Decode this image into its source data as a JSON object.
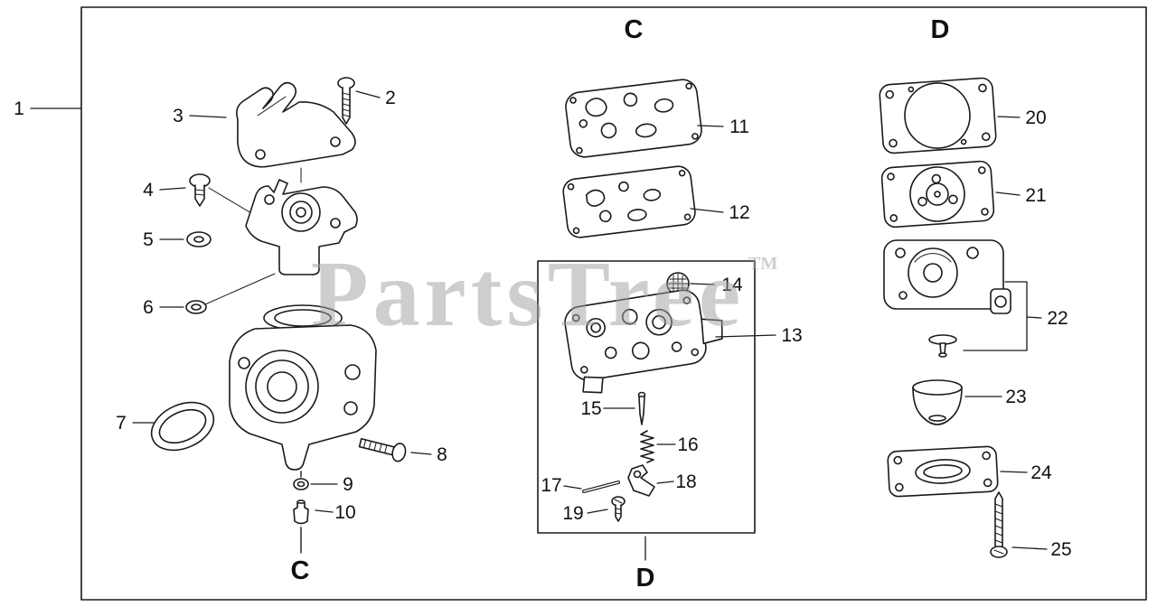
{
  "watermark": {
    "text": "PartsTree",
    "tm": "TM"
  },
  "sections": {
    "c_top": "C",
    "d_top": "D",
    "c_bottom": "C",
    "d_bottom": "D"
  },
  "callouts": {
    "1": "1",
    "2": "2",
    "3": "3",
    "4": "4",
    "5": "5",
    "6": "6",
    "7": "7",
    "8": "8",
    "9": "9",
    "10": "10",
    "11": "11",
    "12": "12",
    "13": "13",
    "14": "14",
    "15": "15",
    "16": "16",
    "17": "17",
    "18": "18",
    "19": "19",
    "20": "20",
    "21": "21",
    "22": "22",
    "23": "23",
    "24": "24",
    "25": "25"
  },
  "colors": {
    "line": "#1a1a1a",
    "watermark": "#c3c3c3",
    "background": "#ffffff"
  }
}
